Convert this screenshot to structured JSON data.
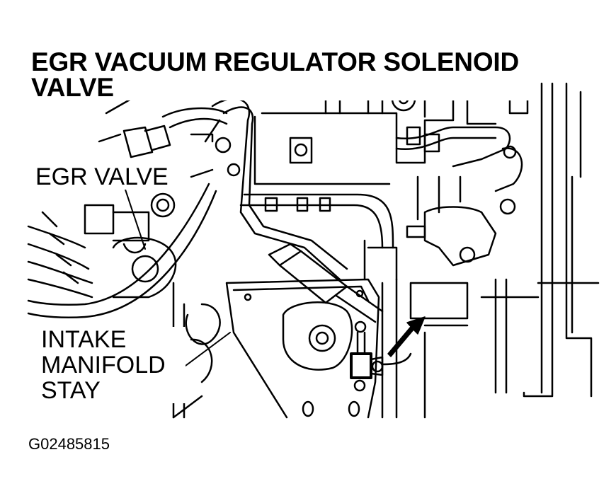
{
  "title_line1": "EGR VACUUM REGULATOR SOLENOID",
  "title_line2": "VALVE",
  "labels": {
    "egr_valve": "EGR VALVE",
    "intake_line1": "INTAKE",
    "intake_line2": "MANIFOLD",
    "intake_line3": "STAY"
  },
  "figure_id": "G02485815",
  "colors": {
    "line": "#000000",
    "background": "#ffffff"
  }
}
